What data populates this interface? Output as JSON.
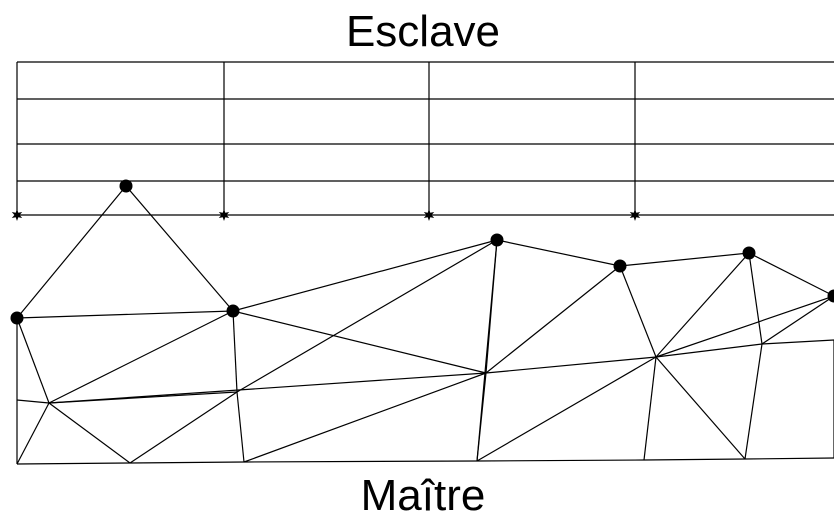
{
  "labels": {
    "top": "Esclave",
    "bottom": "Maître"
  },
  "colors": {
    "stroke": "#000000",
    "background": "#ffffff"
  },
  "markers": {
    "slave_node_symbol": "star",
    "master_node_symbol": "filled-circle"
  }
}
